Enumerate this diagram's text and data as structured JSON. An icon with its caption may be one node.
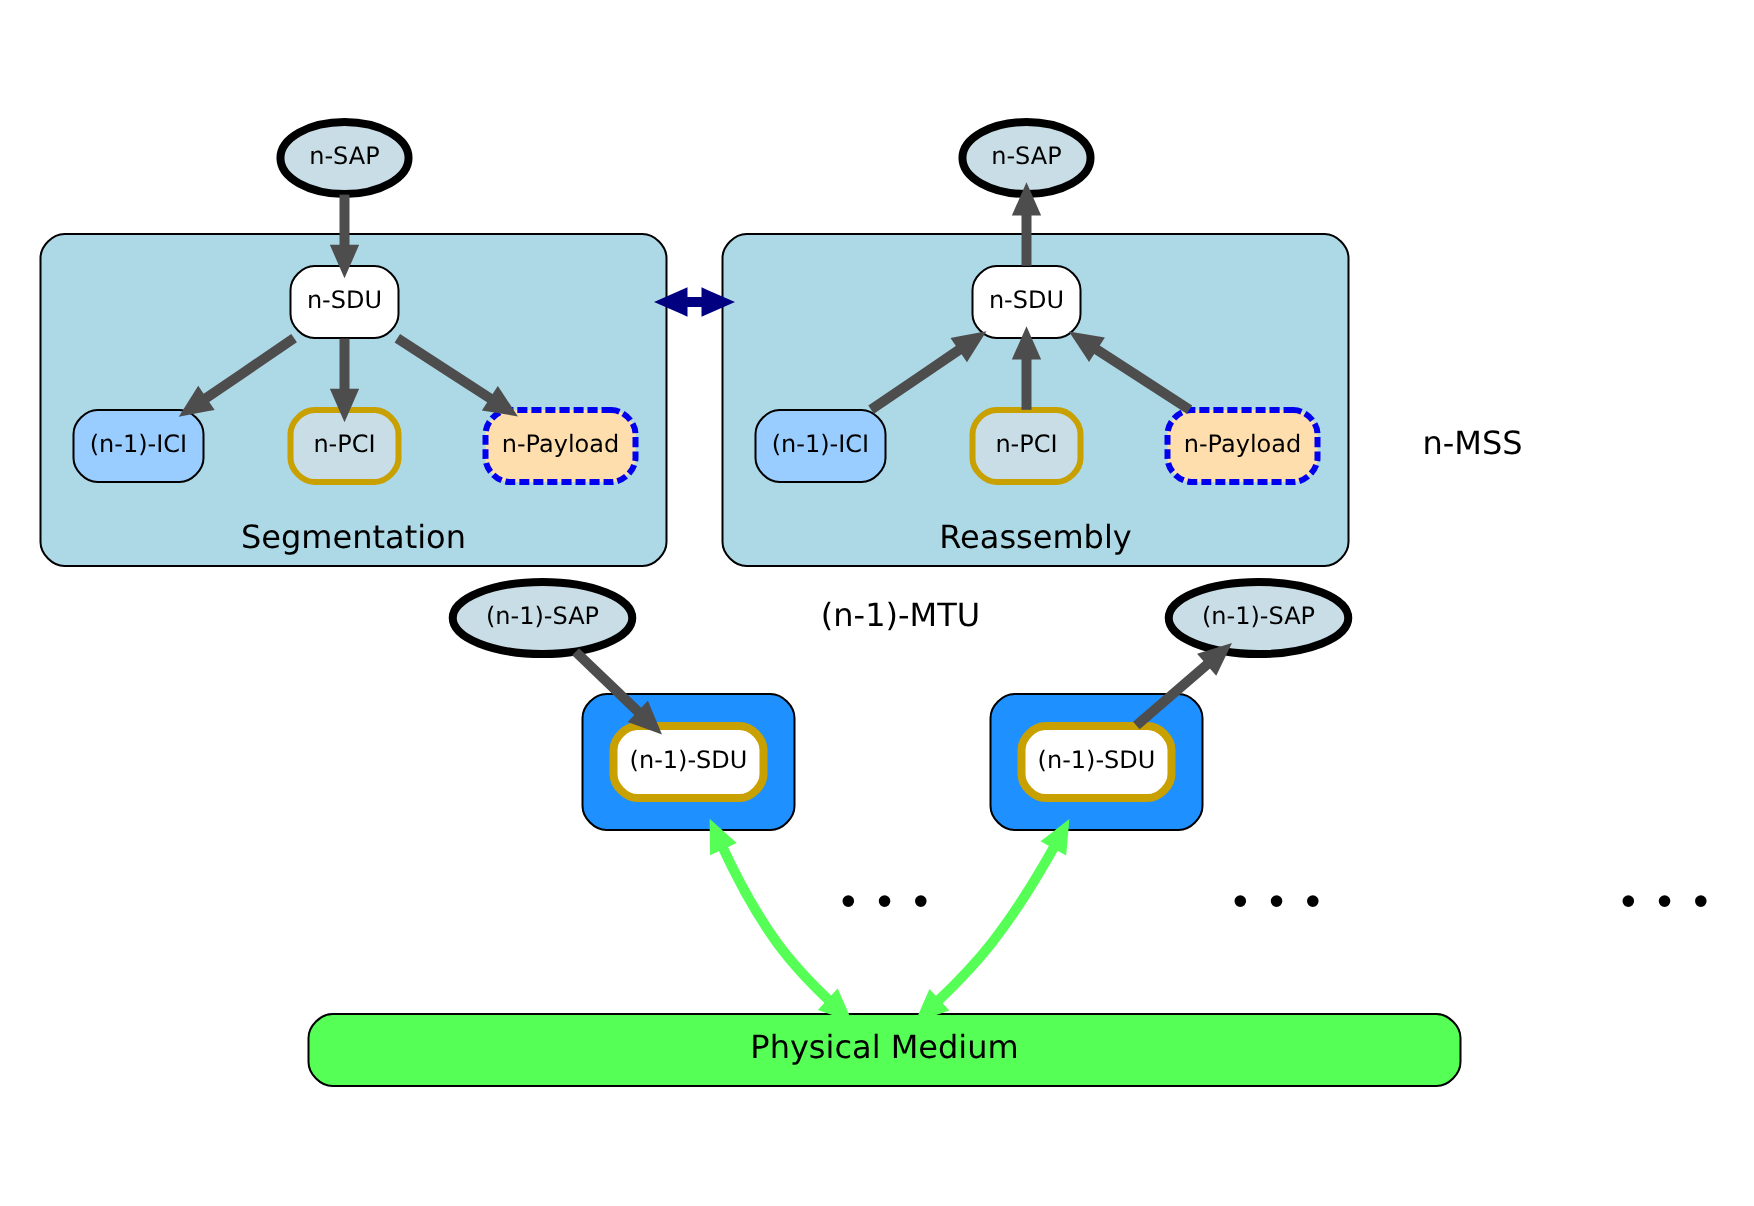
{
  "diagram": {
    "nodes": [
      {
        "text": [
          "Segmentation"
        ]
      },
      {
        "text": [
          "n-SAP"
        ]
      },
      {
        "text": [
          "n-SDU"
        ],
        "in": 0
      },
      {
        "text": [
          "(n-1)-ICI"
        ],
        "in": 0
      },
      {
        "text": [
          "n-PCI"
        ],
        "in": 0
      },
      {
        "text": [
          "n-Payload"
        ],
        "in": 0
      },
      {
        "text": [
          "Reassembly"
        ]
      },
      {
        "text": [
          "n-SAP"
        ]
      },
      {
        "text": [
          "n-SDU"
        ],
        "in": 6
      },
      {
        "text": [
          "(n-1)-ICI"
        ],
        "in": 6
      },
      {
        "text": [
          "n-PCI"
        ],
        "in": 6
      },
      {
        "text": [
          "n-Payload"
        ],
        "in": 6
      },
      {
        "text": [],
        "shape": "box"
      },
      {
        "text": [
          "(n-1)-SAP"
        ]
      },
      {
        "text": [
          "(n-1)-SDU"
        ],
        "in": 12
      },
      {
        "text": [],
        "shape": "box"
      },
      {
        "text": [
          "(n-1)-SAP"
        ]
      },
      {
        "text": [
          "(n-1)-SDU"
        ],
        "in": 15
      },
      {
        "text": [
          "Physical Medium"
        ]
      }
    ],
    "edges": [
      {
        "from": 1,
        "to": 2,
        "arrow": "to"
      },
      {
        "from": 2,
        "to": 3,
        "arrow": "to"
      },
      {
        "from": 2,
        "to": 4,
        "arrow": "to"
      },
      {
        "from": 2,
        "to": 5,
        "arrow": "to"
      },
      {
        "from": 0,
        "to": 6,
        "arrow": "both",
        "color": "#000080"
      },
      {
        "from": 9,
        "to": 8,
        "arrow": "to"
      },
      {
        "from": 10,
        "to": 8,
        "arrow": "to"
      },
      {
        "from": 11,
        "to": 8,
        "arrow": "to"
      },
      {
        "from": 8,
        "to": 7,
        "arrow": "to"
      },
      {
        "from": 13,
        "to": 14,
        "arrow": "to"
      },
      {
        "from": 17,
        "to": 16,
        "arrow": "to"
      },
      {
        "from": 12,
        "to": 18,
        "arrow": "both",
        "color": "#55ff55"
      },
      {
        "from": 15,
        "to": 18,
        "arrow": "both",
        "color": "#55ff55"
      }
    ],
    "labels": [
      "• • •",
      "• • •",
      "• • •"
    ],
    "legend": [
      {
        "text": "n-MSS"
      },
      {
        "text": "(n-1)-MTU"
      }
    ]
  }
}
